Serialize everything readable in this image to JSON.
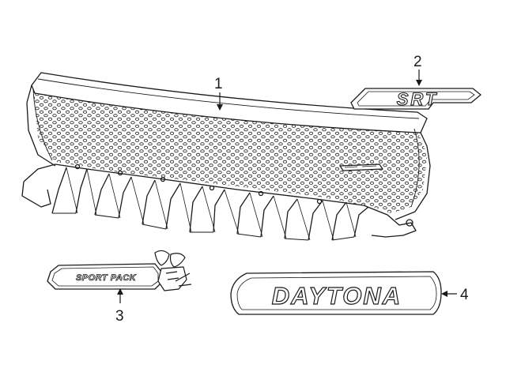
{
  "callouts": {
    "grille": "1",
    "srt_emblem": "2",
    "sport_pack_badge": "3",
    "daytona_nameplate": "4"
  },
  "badges": {
    "srt": "SRT",
    "sport_pack": "SPORT PACK",
    "daytona": "DAYTONA"
  },
  "colors": {
    "line": "#1a1a1a",
    "background": "#ffffff"
  }
}
